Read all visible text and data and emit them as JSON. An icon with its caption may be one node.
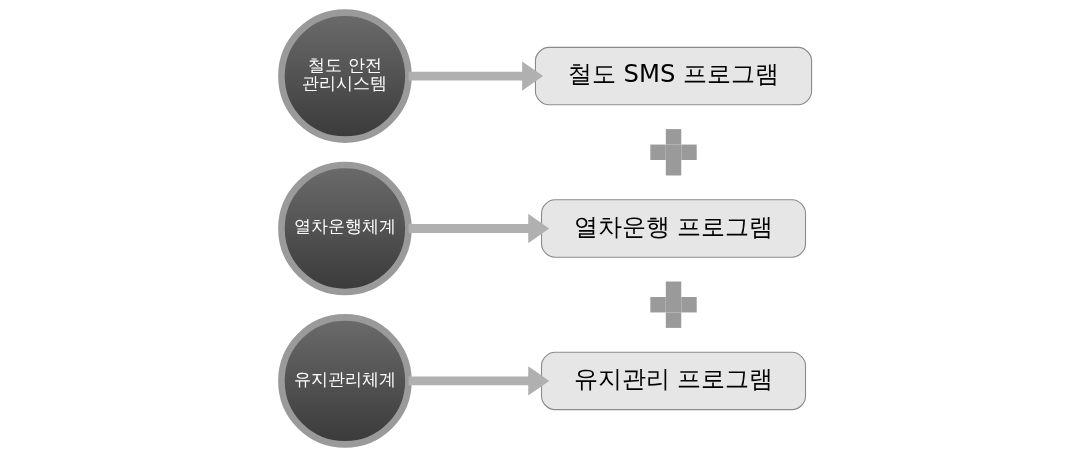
{
  "diagram": {
    "nodes": [
      {
        "text": [
          "철도 안전 관리시스템"
        ]
      },
      {
        "text": [
          "철도 SMS 프로그램"
        ]
      },
      {
        "text": [],
        "shape": "plus"
      },
      {
        "text": [
          "열차운행체계"
        ]
      },
      {
        "text": [
          "열차운행 프로그램"
        ]
      },
      {
        "text": [],
        "shape": "plus"
      },
      {
        "text": [
          "유지관리체계"
        ]
      },
      {
        "text": [
          "유지관리 프로그램"
        ]
      }
    ],
    "edges": [
      {
        "from": 0,
        "to": 1,
        "arrow": "to"
      },
      {
        "from": 3,
        "to": 4,
        "arrow": "to"
      },
      {
        "from": 6,
        "to": 7,
        "arrow": "to"
      }
    ]
  }
}
